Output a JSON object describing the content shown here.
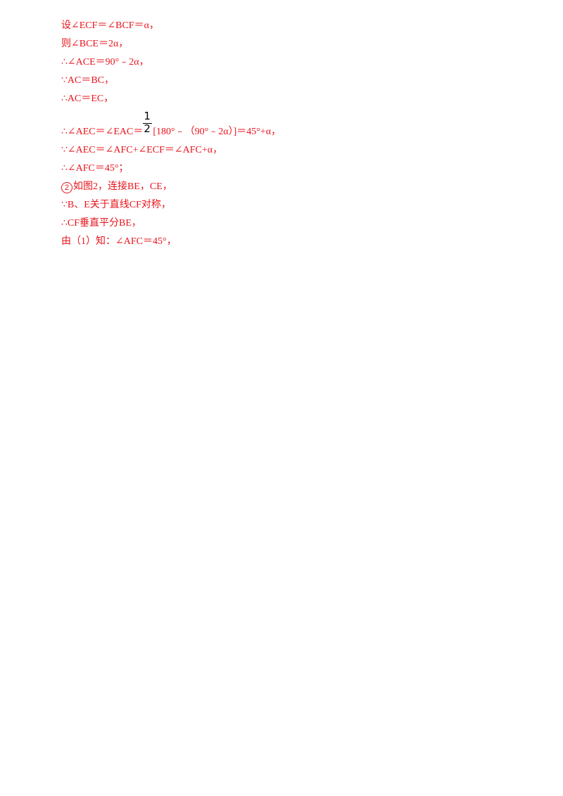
{
  "lines": [
    {
      "text": "设∠ECF＝∠BCF＝α，"
    },
    {
      "text": "则∠BCE＝2α，"
    },
    {
      "text": "∴∠ACE＝90°﹣2α，"
    },
    {
      "text": "∵AC＝BC，"
    },
    {
      "text": "∴AC＝EC，"
    },
    {
      "prefix": "∴∠AEC＝∠EAC＝",
      "fraction": {
        "numerator": "1",
        "denominator": "2"
      },
      "suffix": "[180°﹣（90°﹣2α）]＝45°+α，"
    },
    {
      "text": "∵∠AEC＝∠AFC+∠ECF＝∠AFC+α，"
    },
    {
      "text": "∴∠AFC＝45°；"
    },
    {
      "circled": "2",
      "text": "如图2，连接BE，CE，"
    },
    {
      "text": "∵B、E关于直线CF对称，"
    },
    {
      "text": "∴CF垂直平分BE，"
    },
    {
      "text": "由（1）知：∠AFC＝45°，"
    }
  ],
  "colors": {
    "text": "#e8141c",
    "fraction": "#000000",
    "background": "#ffffff"
  }
}
